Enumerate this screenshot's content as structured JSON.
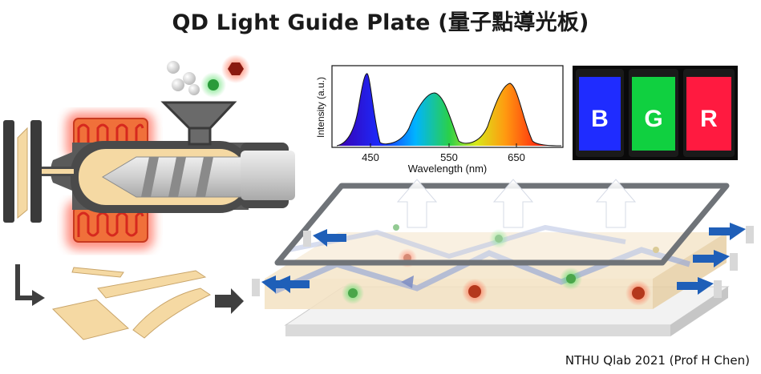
{
  "title": "QD Light Guide Plate (量子點導光板)",
  "credit": "NTHU Qlab 2021 (Prof H Chen)",
  "spectrum": {
    "ylabel": "Intensity (a.u.)",
    "xlabel": "Wavelength (nm)",
    "ticks": [
      "450",
      "550",
      "650"
    ]
  },
  "phones": [
    {
      "letter": "B",
      "color": "#1f2cff"
    },
    {
      "letter": "G",
      "color": "#10d040"
    },
    {
      "letter": "R",
      "color": "#ff1a40"
    }
  ],
  "colors": {
    "blue_arrow": "#1f5fb8",
    "heater": "#e0442c",
    "melt": "#f5d9a3",
    "barrel": "#cfcfcf",
    "plate_frame": "#6f7378"
  }
}
